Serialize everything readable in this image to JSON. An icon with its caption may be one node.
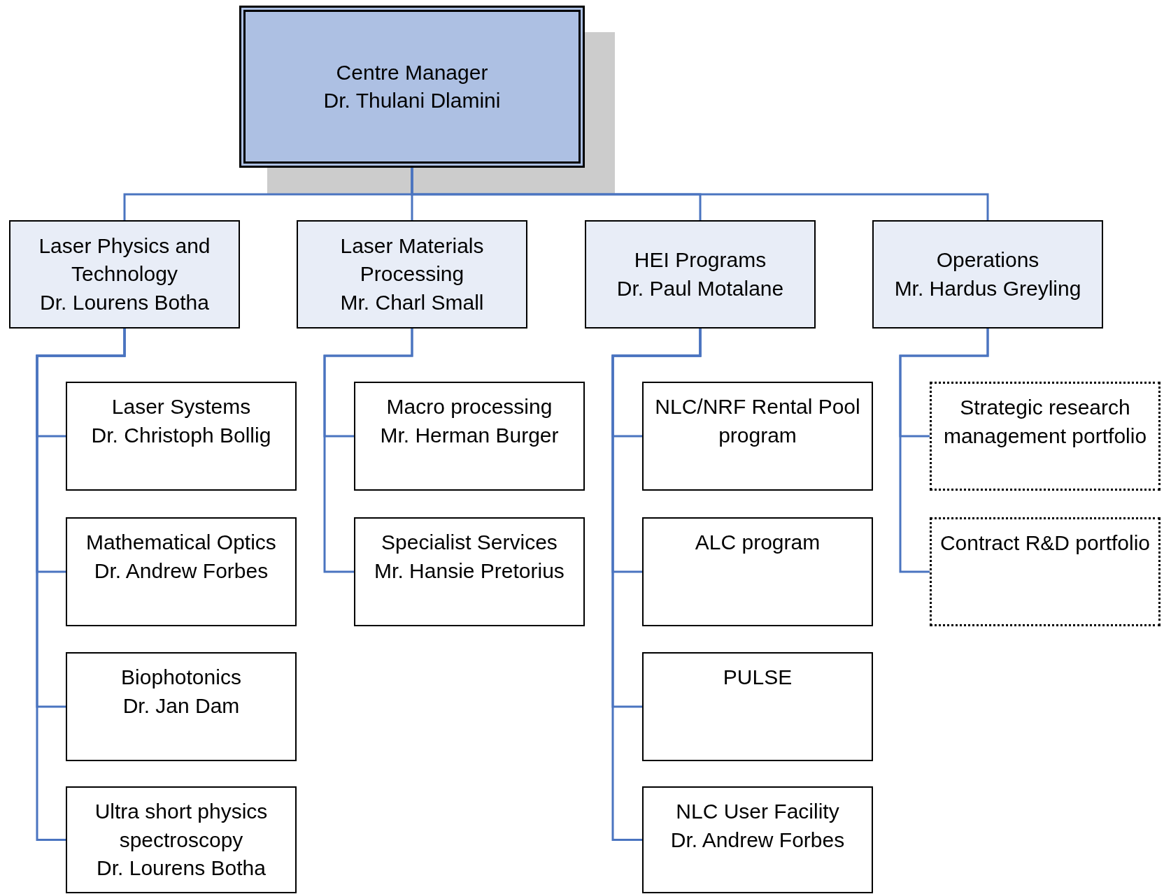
{
  "diagram": {
    "nodes": [
      {
        "text": [
          "Centre Manager",
          "Dr. Thulani Dlamini"
        ]
      },
      {
        "text": [
          "Laser Physics and Technology",
          "Dr. Lourens Botha"
        ]
      },
      {
        "text": [
          "Laser Materials Processing",
          "Mr. Charl Small"
        ]
      },
      {
        "text": [
          "HEI Programs",
          "Dr. Paul Motalane"
        ]
      },
      {
        "text": [
          "Operations",
          "Mr. Hardus Greyling"
        ]
      },
      {
        "text": [
          "Laser Systems",
          "Dr. Christoph Bollig"
        ]
      },
      {
        "text": [
          "Mathematical Optics",
          "Dr. Andrew Forbes"
        ]
      },
      {
        "text": [
          "Biophotonics",
          "Dr. Jan Dam"
        ]
      },
      {
        "text": [
          "Ultra short physics spectroscopy",
          "Dr. Lourens Botha"
        ]
      },
      {
        "text": [
          "Macro processing",
          "Mr. Herman Burger"
        ]
      },
      {
        "text": [
          "Specialist Services",
          "Mr. Hansie Pretorius"
        ]
      },
      {
        "text": [
          "NLC/NRF Rental Pool program"
        ]
      },
      {
        "text": [
          "ALC program"
        ]
      },
      {
        "text": [
          "PULSE"
        ]
      },
      {
        "text": [
          "NLC User Facility",
          "Dr. Andrew Forbes"
        ]
      },
      {
        "text": [
          "Strategic research management portfolio"
        ]
      },
      {
        "text": [
          "Contract R&D portfolio"
        ]
      }
    ],
    "edges": [
      {
        "from": 0,
        "to": 1,
        "arrow": "none"
      },
      {
        "from": 0,
        "to": 2,
        "arrow": "none"
      },
      {
        "from": 0,
        "to": 3,
        "arrow": "none"
      },
      {
        "from": 0,
        "to": 4,
        "arrow": "none"
      },
      {
        "from": 1,
        "to": 5,
        "arrow": "none"
      },
      {
        "from": 1,
        "to": 6,
        "arrow": "none"
      },
      {
        "from": 1,
        "to": 7,
        "arrow": "none"
      },
      {
        "from": 1,
        "to": 8,
        "arrow": "none"
      },
      {
        "from": 2,
        "to": 9,
        "arrow": "none"
      },
      {
        "from": 2,
        "to": 10,
        "arrow": "none"
      },
      {
        "from": 3,
        "to": 11,
        "arrow": "none"
      },
      {
        "from": 3,
        "to": 12,
        "arrow": "none"
      },
      {
        "from": 3,
        "to": 13,
        "arrow": "none"
      },
      {
        "from": 3,
        "to": 14,
        "arrow": "none"
      },
      {
        "from": 4,
        "to": 15,
        "arrow": "none"
      },
      {
        "from": 4,
        "to": 16,
        "arrow": "none"
      }
    ]
  }
}
